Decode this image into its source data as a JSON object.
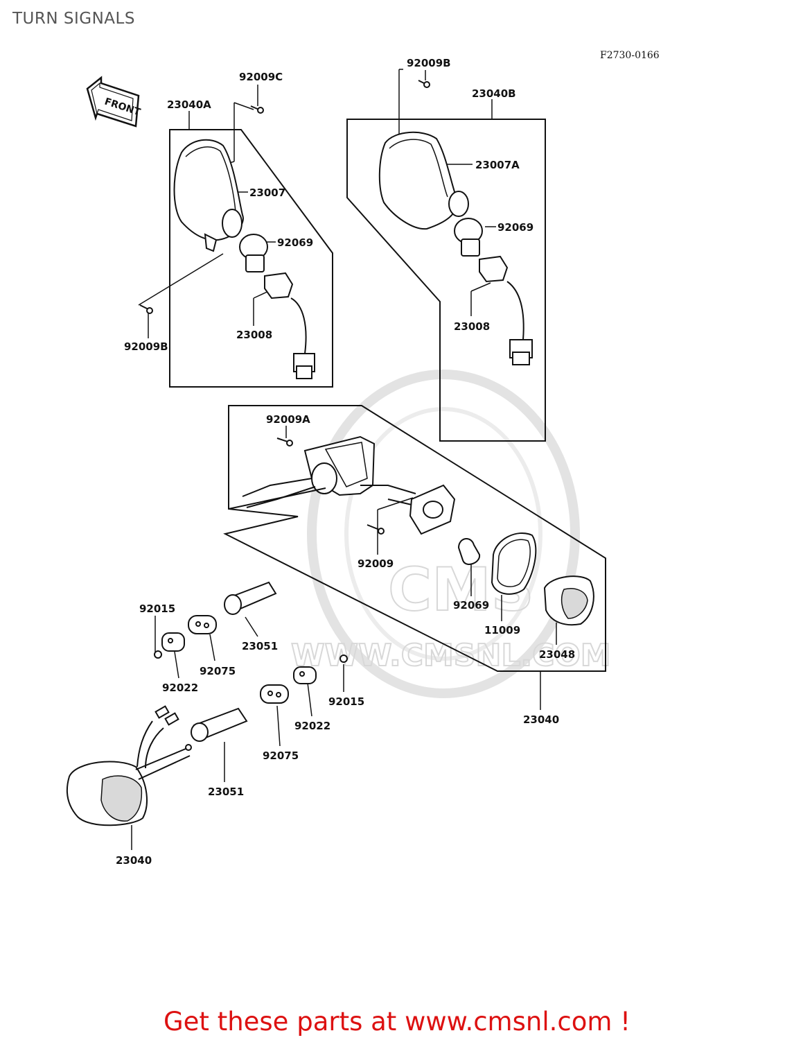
{
  "page": {
    "title": "TURN SIGNALS",
    "drawing_code": "F2730-0166",
    "front_marker": "FRONT",
    "watermark_url": "WWW.CMSNL.COM",
    "watermark_logo": "CMS",
    "footer": "Get these parts at www.cmsnl.com !"
  },
  "parts": [
    {
      "id": "p01",
      "number": "92009C"
    },
    {
      "id": "p02",
      "number": "23040A"
    },
    {
      "id": "p03",
      "number": "23007"
    },
    {
      "id": "p04",
      "number": "92069"
    },
    {
      "id": "p05",
      "number": "23008"
    },
    {
      "id": "p06",
      "number": "92009B"
    },
    {
      "id": "p07",
      "number": "92009B"
    },
    {
      "id": "p08",
      "number": "23040B"
    },
    {
      "id": "p09",
      "number": "23007A"
    },
    {
      "id": "p10",
      "number": "92069"
    },
    {
      "id": "p11",
      "number": "23008"
    },
    {
      "id": "p12",
      "number": "92009A"
    },
    {
      "id": "p13",
      "number": "92009"
    },
    {
      "id": "p14",
      "number": "92069"
    },
    {
      "id": "p15",
      "number": "11009"
    },
    {
      "id": "p16",
      "number": "23048"
    },
    {
      "id": "p17",
      "number": "23040"
    },
    {
      "id": "p18",
      "number": "92015"
    },
    {
      "id": "p19",
      "number": "23051"
    },
    {
      "id": "p20",
      "number": "92075"
    },
    {
      "id": "p21",
      "number": "92022"
    },
    {
      "id": "p22",
      "number": "92015"
    },
    {
      "id": "p23",
      "number": "92022"
    },
    {
      "id": "p24",
      "number": "92075"
    },
    {
      "id": "p25",
      "number": "23051"
    },
    {
      "id": "p26",
      "number": "23040"
    }
  ]
}
